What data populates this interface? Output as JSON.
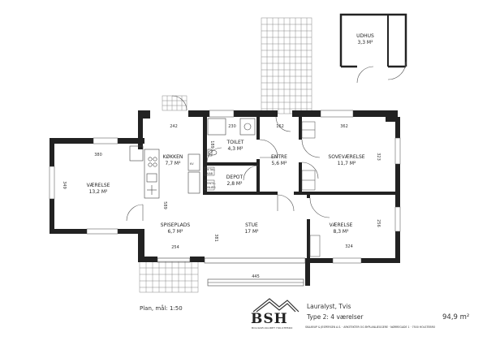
{
  "rooms": {
    "udhus": {
      "name": "UDHUS",
      "area": "3,3 M²"
    },
    "vaerelse1": {
      "name": "VÆRELSE",
      "area": "13,2 M²"
    },
    "koekken": {
      "name": "KØKKEN",
      "area": "7,7 M²"
    },
    "toilet": {
      "name": "TOILET",
      "area": "4,3 M²"
    },
    "entre": {
      "name": "ENTRE",
      "area": "5,6 M²"
    },
    "depot": {
      "name": "DEPOT",
      "area": "2,8 M²"
    },
    "sovevaerelse": {
      "name": "SOVEVÆRELSE",
      "area": "11,7 M²"
    },
    "spiseplads": {
      "name": "SPISEPLADS",
      "area": "6,7 M²"
    },
    "stue": {
      "name": "STUE",
      "area": "17 M²"
    },
    "vaerelse2": {
      "name": "VÆRELSE",
      "area": "8,3 M²"
    }
  },
  "dimensions": {
    "d380": "380",
    "d349": "349",
    "d242": "242",
    "d189": "189",
    "d230": "230",
    "d162a": "162",
    "d362": "362",
    "d323": "323",
    "d589": "589",
    "d381": "381",
    "d254": "254",
    "d256": "256",
    "d324": "324",
    "d445": "445"
  },
  "fixtures": {
    "metal": "METAL-\nSKAB",
    "ventil": "VENTIL-\nANLÆG",
    "kv": "KV"
  },
  "title_block": {
    "scale": "Plan, mål: 1:50",
    "project": "Lauralyst, Tvis",
    "type": "Type 2: 4 værelser",
    "area": "94,9 m²",
    "logo": "BSH",
    "logo_sub": "BOLIGSELSKABET HOLSTEBRO",
    "company": "SKAARUP & JESPERSEN A.S. · ARKITEKTER OG BYPLANLÆGGERE · NØRREGADE 1 · 7500 HOLSTEBRO"
  },
  "colors": {
    "wall": "#222222",
    "line": "#555555",
    "terrace": "#888888"
  }
}
